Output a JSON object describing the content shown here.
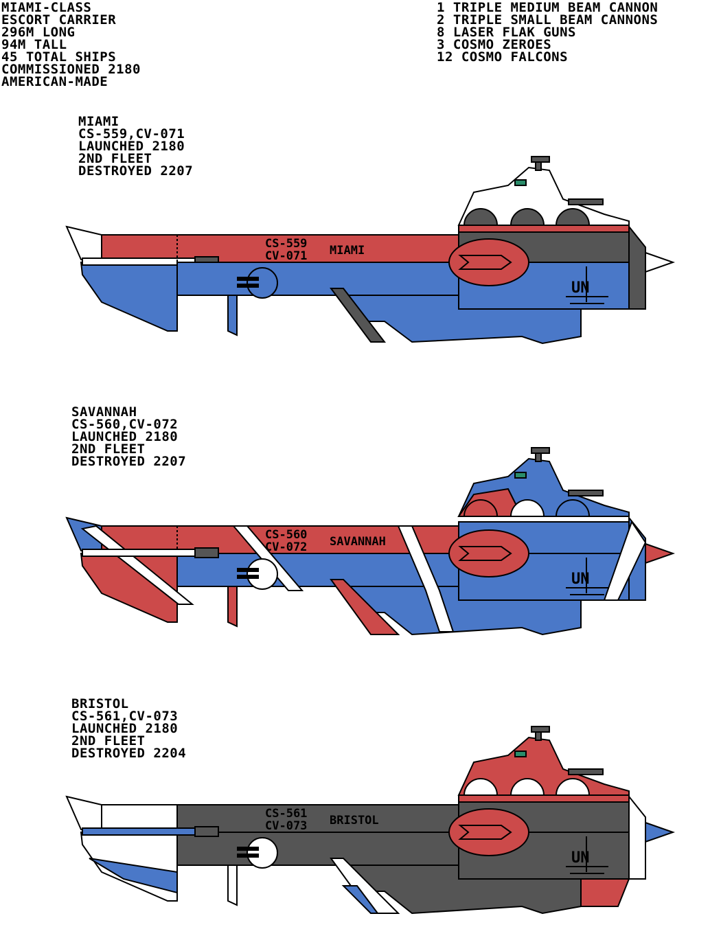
{
  "class_specs": [
    "MIAMI-CLASS",
    "ESCORT CARRIER",
    "296M LONG",
    "94M TALL",
    "45 TOTAL SHIPS",
    "COMMISSIONED 2180",
    "AMERICAN-MADE"
  ],
  "armament": [
    "1 TRIPLE MEDIUM BEAM CANNON",
    "2 TRIPLE SMALL BEAM CANNONS",
    "8 LASER FLAK GUNS",
    "3 COSMO ZEROES",
    "12 COSMO FALCONS"
  ],
  "ships": [
    {
      "caption": [
        "MIAMI",
        "CS-559,CV-071",
        "LAUNCHED 2180",
        "2ND FLEET",
        "DESTROYED 2207"
      ],
      "hull_number_1": "CS-559",
      "hull_number_2": "CV-071",
      "hull_name": "MIAMI",
      "emblem": "UN",
      "scheme": "red-white-blue"
    },
    {
      "caption": [
        "SAVANNAH",
        "CS-560,CV-072",
        "LAUNCHED 2180",
        "2ND FLEET",
        "DESTROYED 2207"
      ],
      "hull_number_1": "CS-560",
      "hull_number_2": "CV-072",
      "hull_name": "SAVANNAH",
      "emblem": "UN",
      "scheme": "union-jack"
    },
    {
      "caption": [
        "BRISTOL",
        "CS-561,CV-073",
        "LAUNCHED 2180",
        "2ND FLEET",
        "DESTROYED 2204"
      ],
      "hull_number_1": "CS-561",
      "hull_number_2": "CV-073",
      "hull_name": "BRISTOL",
      "emblem": "UN",
      "scheme": "grey-red"
    }
  ],
  "colors": {
    "red": "#cc4a4a",
    "blue": "#4a78c8",
    "grey": "#555555",
    "white": "#ffffff",
    "teal": "#2a8c6a",
    "outline": "#000000"
  }
}
